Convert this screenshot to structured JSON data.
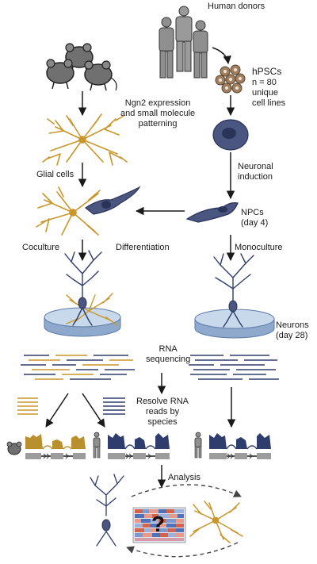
{
  "labels": {
    "human_donors": "Human donors",
    "hpscs": "hPSCs",
    "cell_lines": "n = 80\nunique\ncell lines",
    "ngn2": "Ngn2 expression\nand small molecule\npatterning",
    "glial_cells": "Glial cells",
    "neuronal_induction": "Neuronal\ninduction",
    "npcs": "NPCs\n(day 4)",
    "coculture": "Coculture",
    "differentiation": "Differentiation",
    "monoculture": "Monoculture",
    "neurons": "Neurons\n(day 28)",
    "rna_seq": "RNA\nsequencing",
    "resolve": "Resolve RNA\nreads by\nspecies",
    "analysis": "Analysis",
    "question": "?"
  },
  "colors": {
    "glia": "#c9962a",
    "neuron": "#2e3d6b",
    "cell_body": "#4a5580",
    "dish_top": "#c9d9ec",
    "dish_side": "#8fa9cc",
    "human": "#8f8f8f",
    "mouse": "#707070",
    "hpsc": "#a08060",
    "exon": "#9c9c9c"
  }
}
